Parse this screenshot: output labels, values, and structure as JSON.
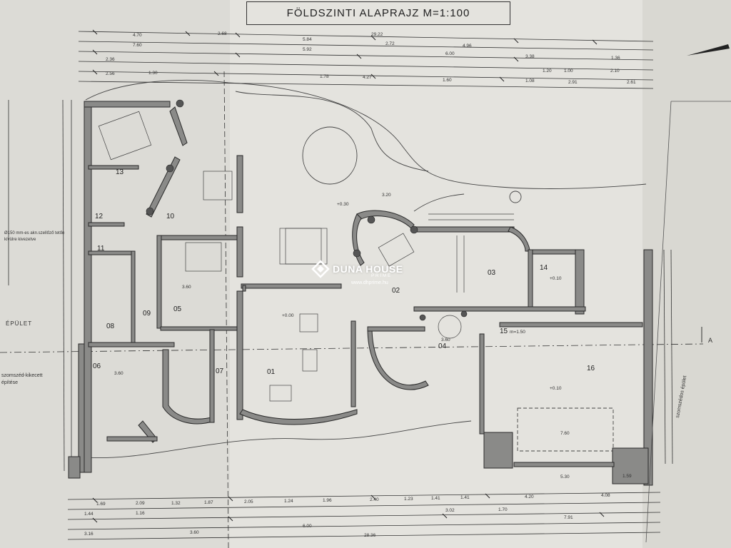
{
  "title": "FÖLDSZINTI ALAPRAJZ M=1:100",
  "watermark": {
    "brand": "DUNA HOUSE",
    "sub": "PRIME",
    "url": "www.dhprime.hu"
  },
  "rooms": [
    "01",
    "02",
    "03",
    "04",
    "05",
    "06",
    "07",
    "08",
    "09",
    "10",
    "11",
    "12",
    "13",
    "14",
    "15",
    "16"
  ],
  "side_notes": {
    "left_note": "Ø150 mm-es akn.szellőző tetőn kívülre kivezetve",
    "left_building": "ÉPÜLET",
    "left_building2": "szomszéd-kikecett építése",
    "right_building": "szomszédos épület",
    "section_mark": "A"
  },
  "room_annotations": {
    "r15": "m=1.50",
    "r16": "+0.10",
    "r14": "+0.10",
    "r05": "3.60",
    "r04": "3.60",
    "r06": "3.60",
    "bottom_760": "7.60",
    "top_320": "3.20",
    "top_030": "+0.30",
    "mid_000": "+0.00"
  },
  "top_dims": [
    "4.70",
    "2.68",
    "29.22",
    "7.60",
    "5.84",
    "2.72",
    "4.96",
    "5.92",
    "6.00",
    "2.56",
    "4.27",
    "2.36",
    "1.30",
    "1.78",
    "3.38",
    "1.36",
    "1.60",
    "1.20",
    "1.00",
    "1.08",
    "2.91",
    "2.10",
    "2.61"
  ],
  "bottom_dims": [
    "1.69",
    "2.09",
    "1.32",
    "1.87",
    "2.05",
    "1.24",
    "1.96",
    "2.40",
    "1.23",
    "1.41",
    "1.41",
    "4.20",
    "4.08",
    "1.44",
    "1.16",
    "3.02",
    "1.70",
    "7.91",
    "3.16",
    "3.60",
    "6.00",
    "28.36",
    "5.30",
    "1.59"
  ],
  "colors": {
    "ink": "#2a2a2a",
    "paper": "#e4e3de",
    "wall": "#8a8a88",
    "watermark": "#ffffff"
  }
}
